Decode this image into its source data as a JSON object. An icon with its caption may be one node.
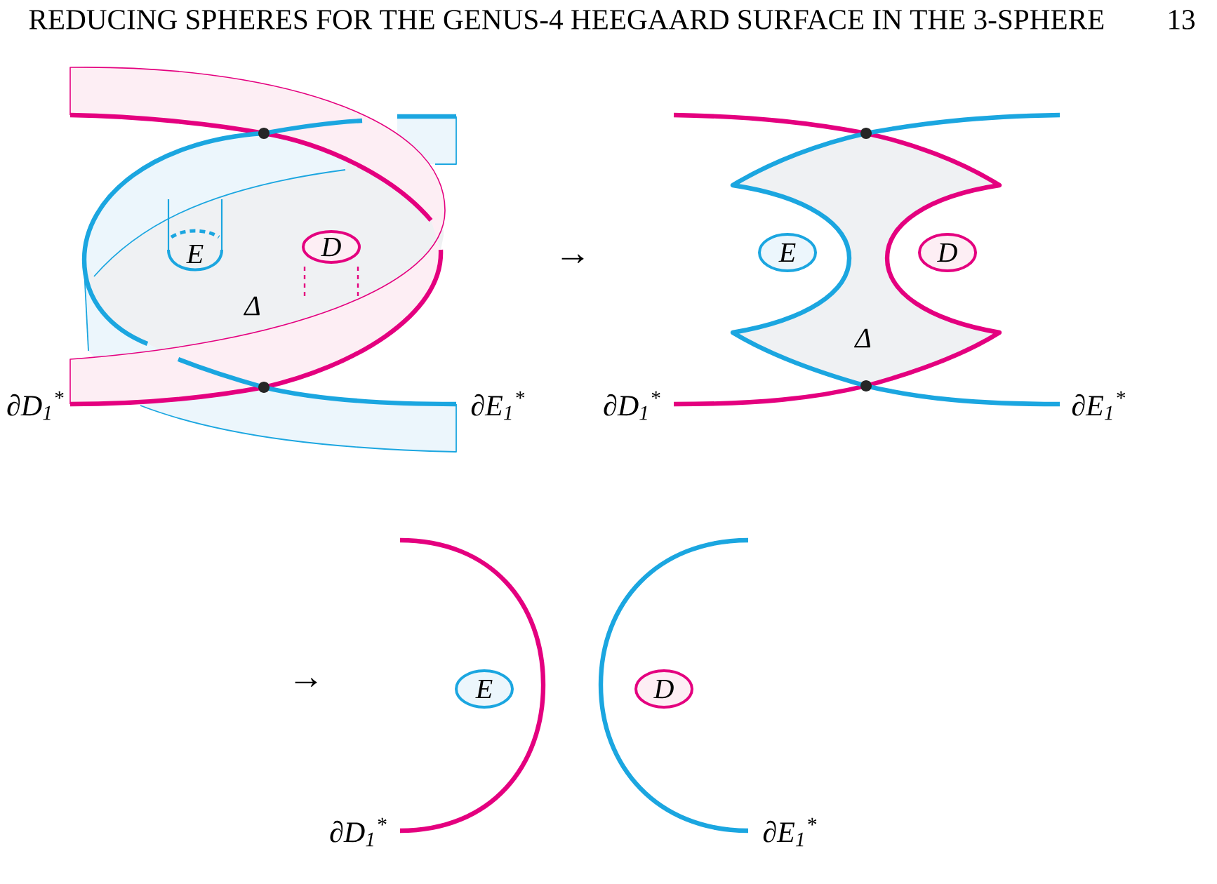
{
  "diagram": {
    "title": "REDUCING SPHERES FOR THE GENUS-4 HEEGAARD SURFACE IN THE 3-SPHERE",
    "nodes": [
      {
        "text": [
          "Δ"
        ]
      },
      {
        "text": [
          "E"
        ],
        "in": 0
      },
      {
        "text": [
          "D"
        ],
        "in": 0
      },
      {
        "text": [
          "Δ"
        ]
      },
      {
        "text": [
          "E"
        ]
      },
      {
        "text": [
          "D"
        ]
      },
      {
        "text": [
          "E"
        ]
      },
      {
        "text": [
          "D"
        ]
      }
    ],
    "labels": [
      "13",
      "∂D$_{1}$$^{*}$",
      "∂E$_{1}$$^{*}$",
      "→",
      "∂D$_{1}$$^{*}$",
      "∂E$_{1}$$^{*}$",
      "→",
      "∂D$_{1}$$^{*}$",
      "∂E$_{1}$$^{*}$"
    ]
  }
}
